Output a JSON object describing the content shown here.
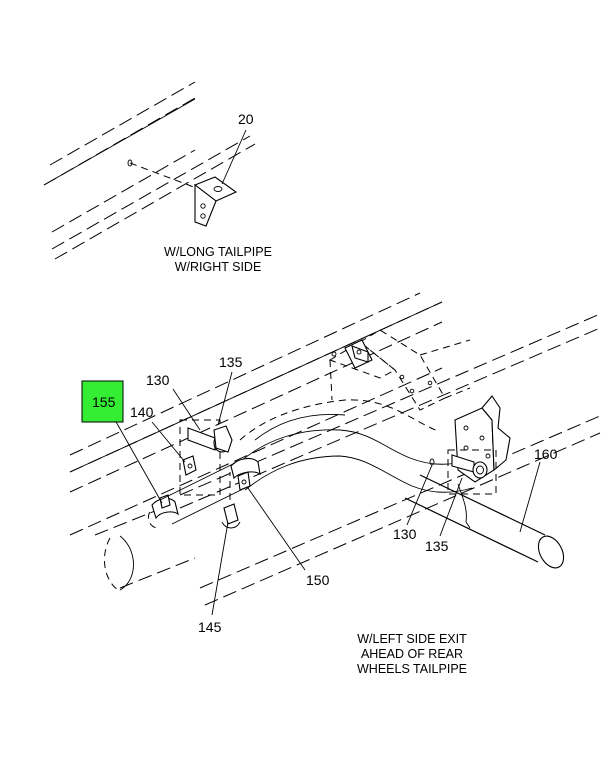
{
  "callouts": {
    "c20": "20",
    "c130a": "130",
    "c135a": "135",
    "c140": "140",
    "c155": "155",
    "c150": "150",
    "c145": "145",
    "c160": "160",
    "c130b": "130",
    "c135b": "135"
  },
  "captions": {
    "top": [
      "W/LONG TAILPIPE",
      "W/RIGHT SIDE"
    ],
    "bottom": [
      "W/LEFT SIDE EXIT",
      "AHEAD OF REAR",
      "WHEELS TAILPIPE"
    ]
  },
  "colors": {
    "highlight": "#33ee33",
    "line": "#000000",
    "background": "#ffffff"
  }
}
